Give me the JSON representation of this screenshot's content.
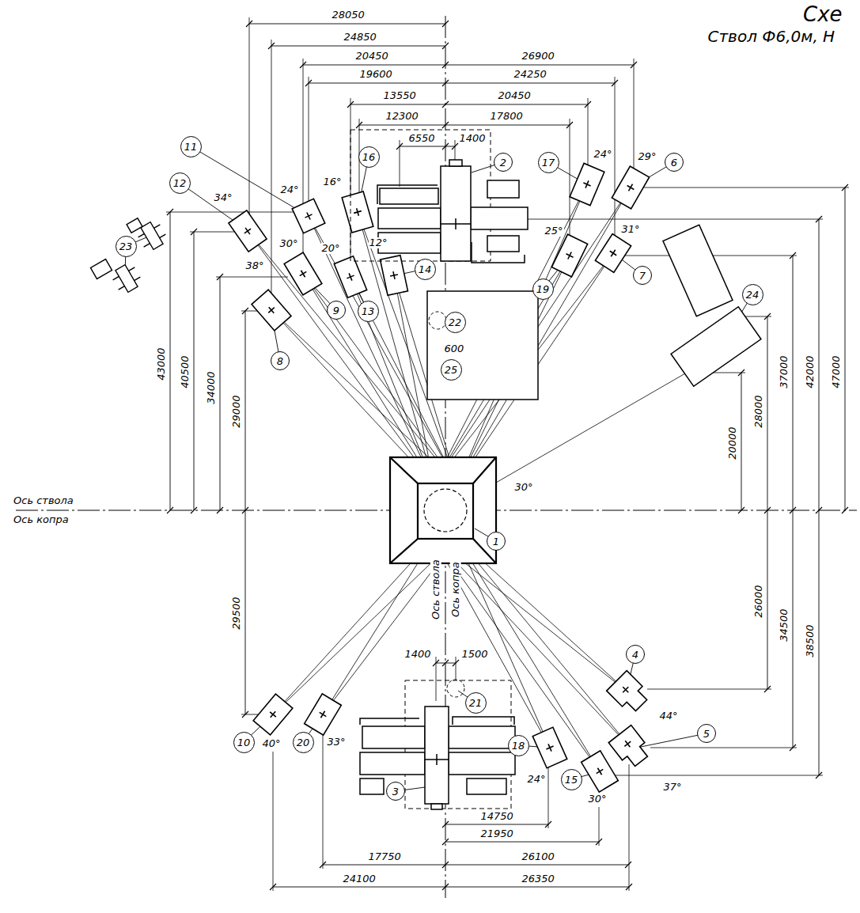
{
  "diagram": {
    "title": "Схе",
    "nodes": [
      {
        "text": [
          "1"
        ]
      },
      {
        "text": [
          "2"
        ]
      },
      {
        "text": [
          "3"
        ]
      },
      {
        "text": [
          "4"
        ]
      },
      {
        "text": [
          "5"
        ]
      },
      {
        "text": [
          "6"
        ]
      },
      {
        "text": [
          "7"
        ]
      },
      {
        "text": [
          "8"
        ]
      },
      {
        "text": [
          "9"
        ]
      },
      {
        "text": [
          "10"
        ]
      },
      {
        "text": [
          "11"
        ]
      },
      {
        "text": [
          "12"
        ]
      },
      {
        "text": [
          "13"
        ]
      },
      {
        "text": [
          "14"
        ]
      },
      {
        "text": [
          "15"
        ]
      },
      {
        "text": [
          "16"
        ]
      },
      {
        "text": [
          "17"
        ]
      },
      {
        "text": [
          "18"
        ]
      },
      {
        "text": [
          "19"
        ]
      },
      {
        "text": [
          "20"
        ]
      },
      {
        "text": [
          "21"
        ]
      },
      {
        "text": [
          "22"
        ]
      },
      {
        "text": [
          "23"
        ]
      },
      {
        "text": [
          "24"
        ]
      },
      {
        "text": [
          "25"
        ]
      }
    ],
    "labels": [
      "Ствол Ф6,0м, Н",
      "28050",
      "24850",
      "20450",
      "26900",
      "19600",
      "24250",
      "13550",
      "20450",
      "12300",
      "17800",
      "6550",
      "1400",
      "24°",
      "16°",
      "24°",
      "29°",
      "34°",
      "30°",
      "20°",
      "12°",
      "25°",
      "31°",
      "38°",
      "600",
      "30°",
      "43000",
      "40500",
      "34000",
      "29000",
      "Ось ствола",
      "Ось копра",
      "20000",
      "28000",
      "37000",
      "42000",
      "47000",
      "Ось ствола",
      "Ось копра",
      "29500",
      "26000",
      "34500",
      "38500",
      "1400",
      "1500",
      "44°",
      "40°",
      "33°",
      "24°",
      "30°",
      "37°",
      "14750",
      "21950",
      "17750",
      "26100",
      "24100",
      "26350"
    ]
  }
}
